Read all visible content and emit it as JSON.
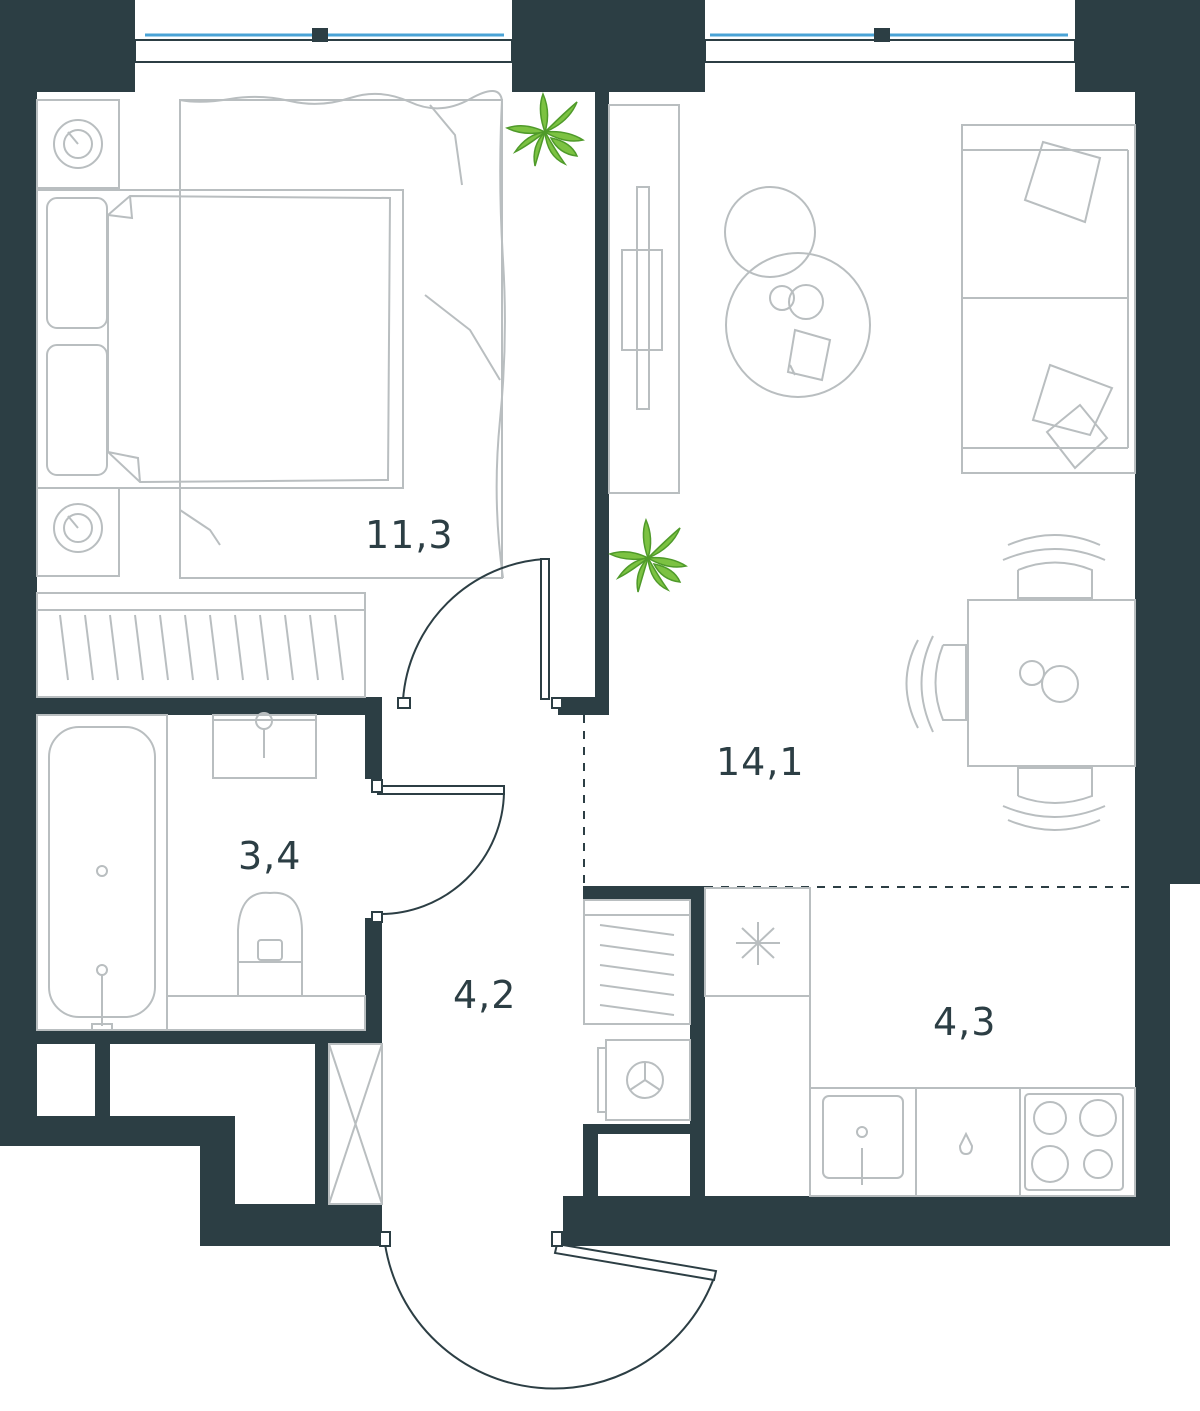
{
  "colors": {
    "wall": "#2c3e44",
    "furniture": "#b9bec0",
    "door": "#2c3e44",
    "window": "#4aa3d6",
    "plant": "#7cc242",
    "plant_dark": "#4f9a2a",
    "dashed": "#2c3e44"
  },
  "rooms": {
    "bedroom": {
      "area": "11,3"
    },
    "living": {
      "area": "14,1"
    },
    "bathroom": {
      "area": "3,4"
    },
    "hall": {
      "area": "4,2"
    },
    "kitchen": {
      "area": "4,3"
    }
  }
}
